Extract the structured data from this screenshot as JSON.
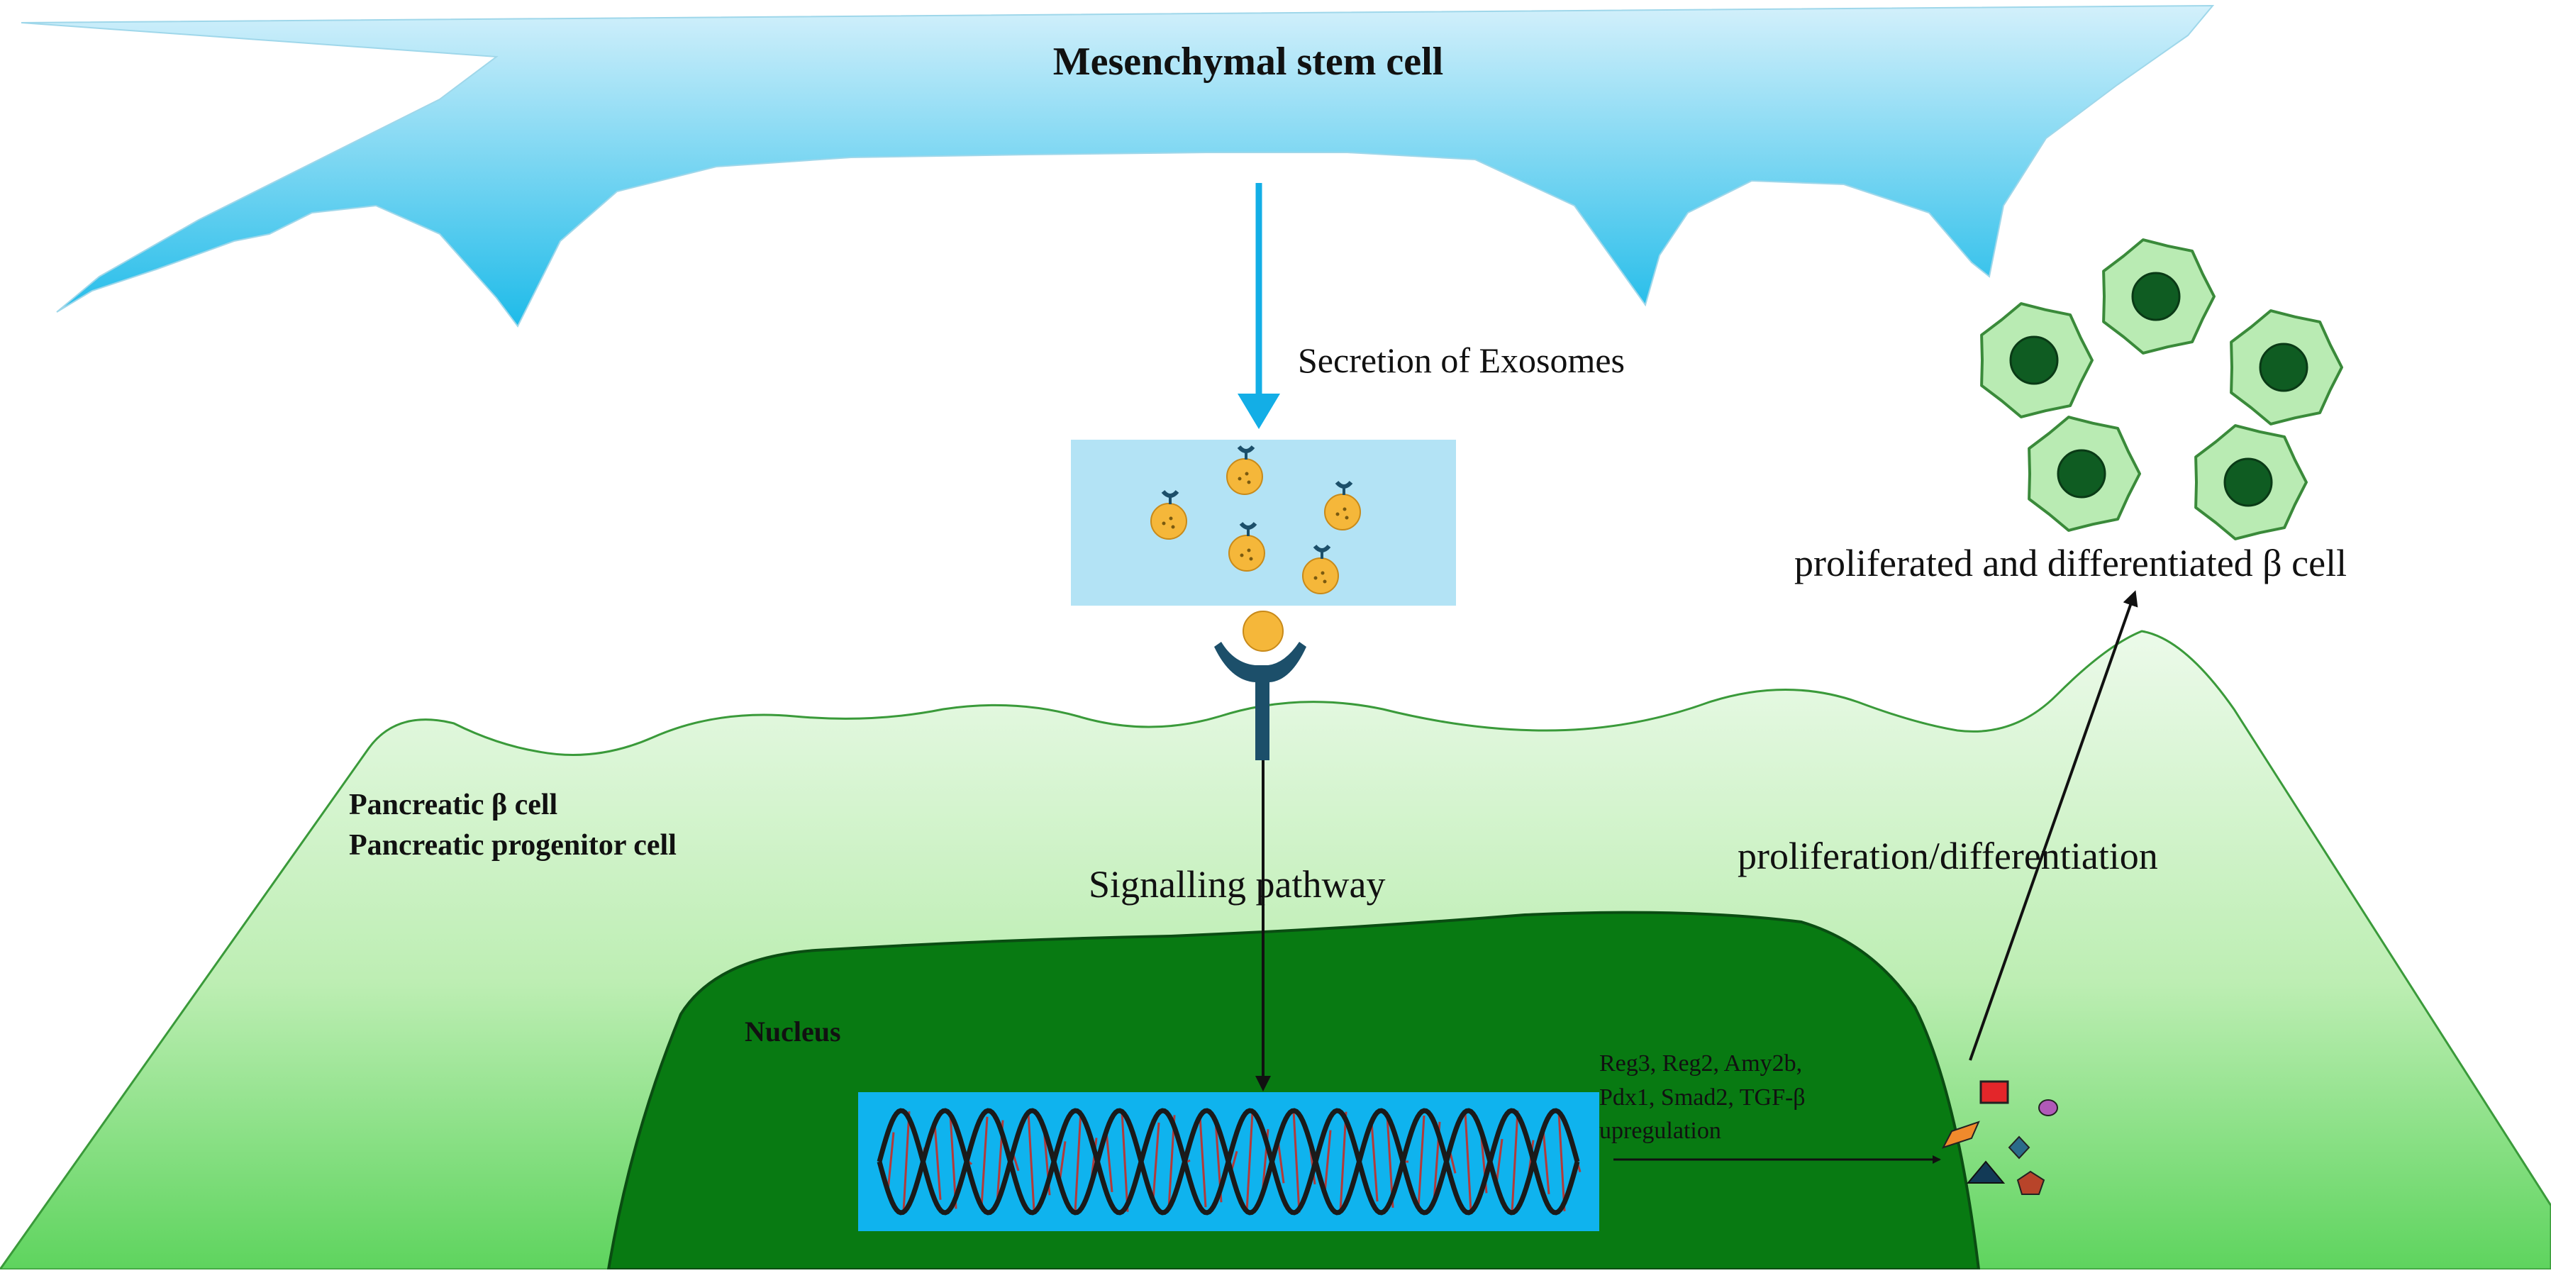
{
  "labels": {
    "msc": "Mesenchymal stem cell",
    "secretion": "Secretion of Exosomes",
    "pancreatic_beta": "Pancreatic β cell",
    "pancreatic_progenitor": "Pancreatic progenitor cell",
    "signalling": "Signalling pathway",
    "nucleus": "Nucleus",
    "genes_line1": "Reg3, Reg2, Amy2b,",
    "genes_line2": "Pdx1, Smad2, TGF-β",
    "genes_line3": "upregulation",
    "prolif_diff": "proliferation/differentiation",
    "result": "proliferated and differentiated β cell"
  },
  "colors": {
    "msc_light": "#d3f0fb",
    "msc_dark": "#1ebbe9",
    "arrow_blue": "#13aee6",
    "exosome_box": "#b3e3f5",
    "exosome": "#f5b73a",
    "receptor": "#1c4f6a",
    "cell_green_light": "#e9f9e4",
    "cell_green_dark": "#5ed45e",
    "cell_outline": "#3a9a3a",
    "nucleus": "#087a12",
    "dna_box": "#0fb3ee",
    "dna_strand": "#1a1a1a",
    "dna_rung": "#b23a3a",
    "beta_cell": "#b9ebb3",
    "beta_nucleus": "#0f5c22"
  }
}
